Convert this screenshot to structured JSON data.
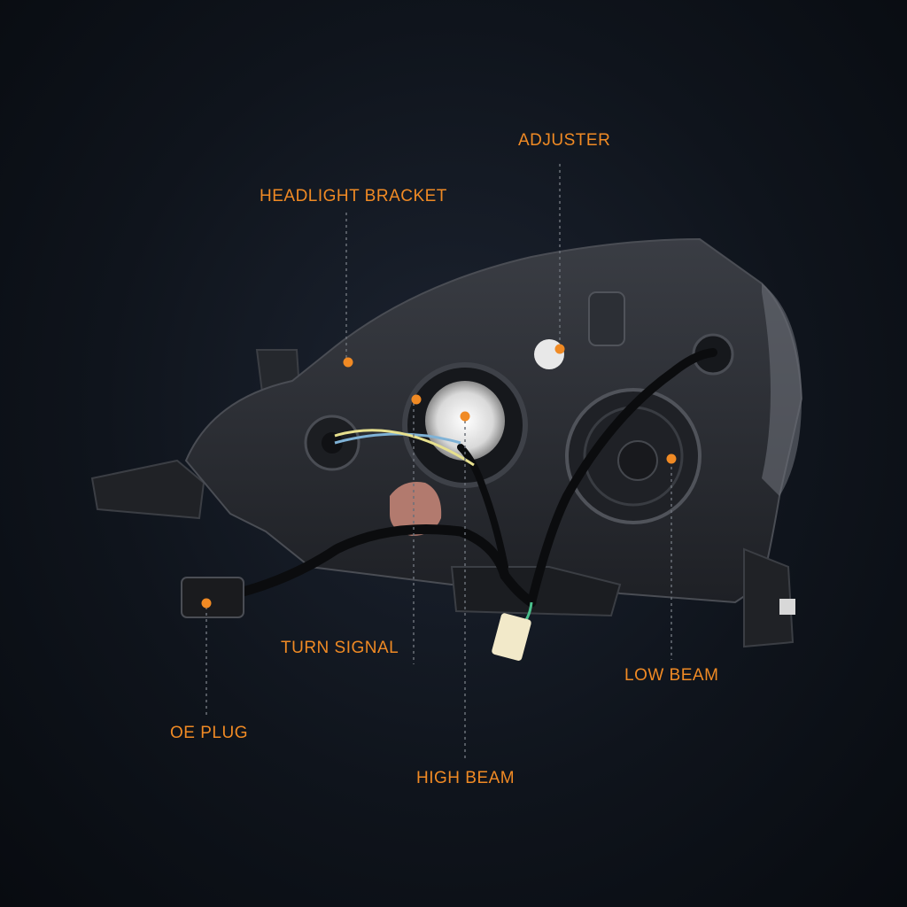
{
  "callouts": {
    "adjuster": "ADJUSTER",
    "headlight_bracket": "HEADLIGHT BRACKET",
    "turn_signal": "TURN SIGNAL",
    "oe_plug": "OE PLUG",
    "high_beam": "HIGH BEAM",
    "low_beam": "LOW BEAM"
  },
  "colors": {
    "accent": "#f08a24",
    "background": "#0f141c",
    "housing": "#2a2d33"
  }
}
